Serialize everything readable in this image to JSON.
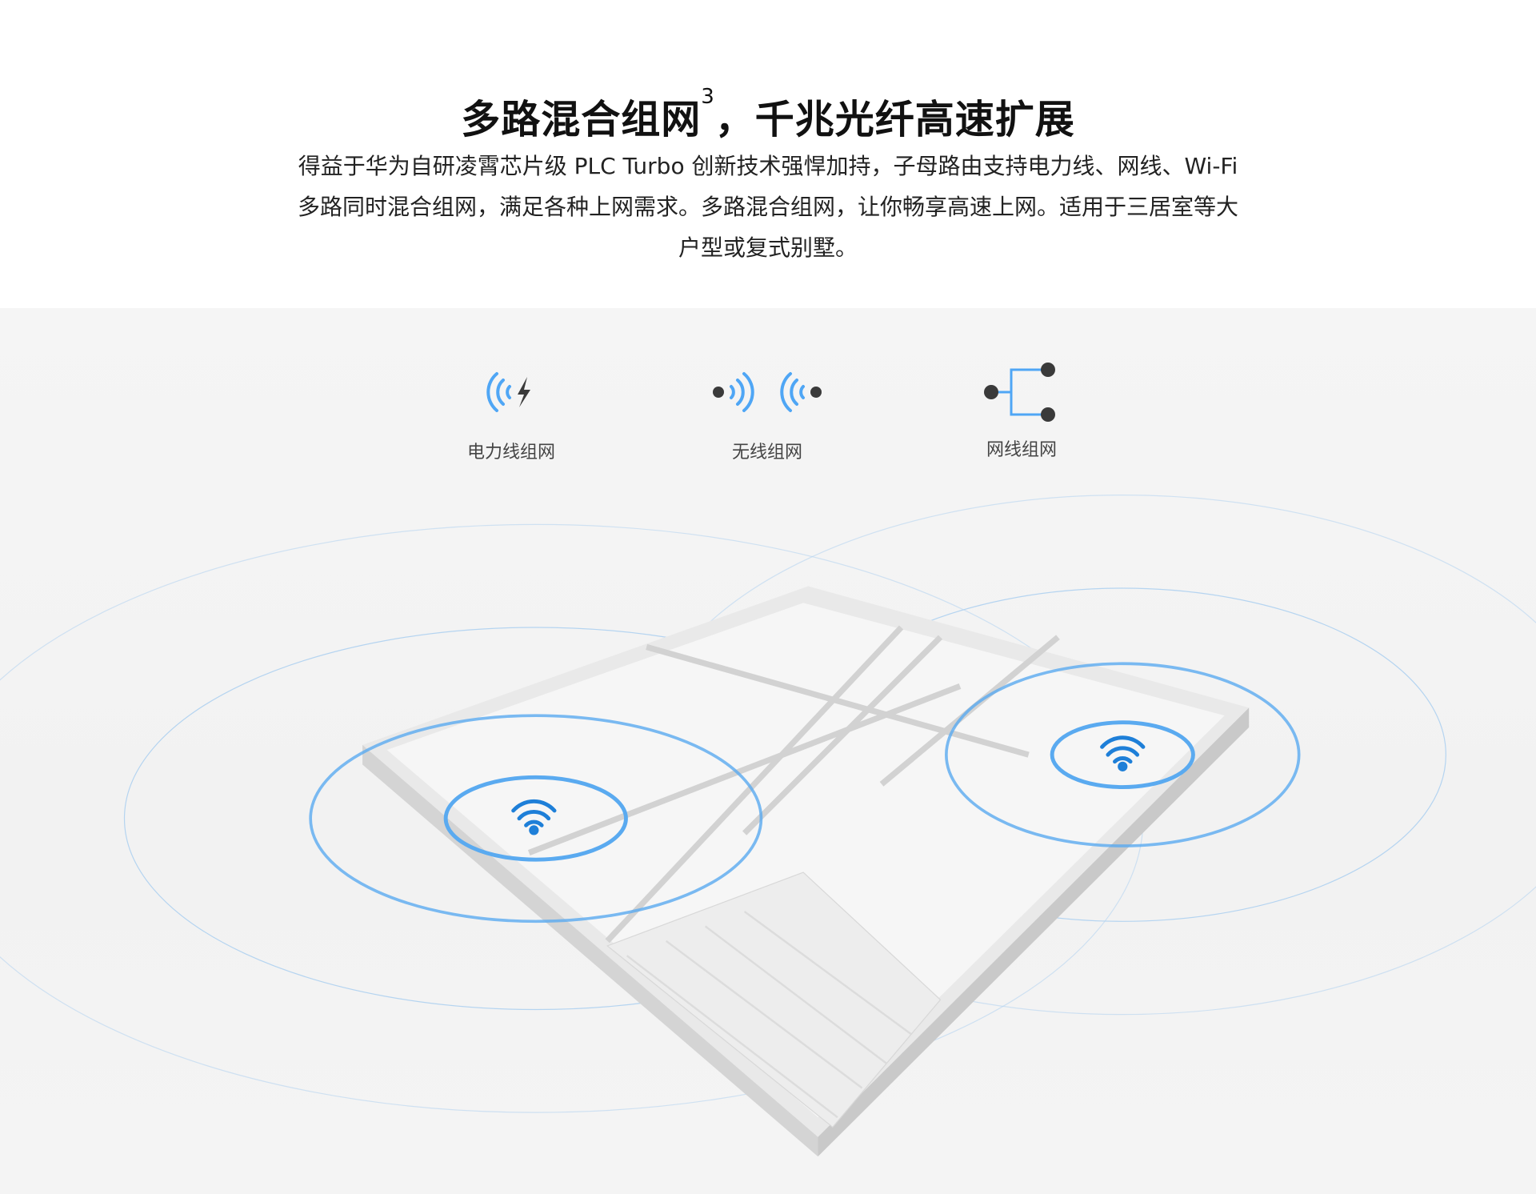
{
  "header": {
    "title": "多路混合组网",
    "title_sup": "3",
    "title_rest": "，千兆光纤高速扩展",
    "description": "得益于华为自研凌霄芯片级 PLC Turbo 创新技术强悍加持，子母路由支持电力线、网线、Wi-Fi 多路同时混合组网，满足各种上网需求。多路混合组网，让你畅享高速上网。适用于三居室等大户型或复式别墅。"
  },
  "features": [
    {
      "icon": "powerline-icon",
      "label": "电力线组网"
    },
    {
      "icon": "wireless-icon",
      "label": "无线组网"
    },
    {
      "icon": "ethernet-icon",
      "label": "网线组网"
    }
  ],
  "colors": {
    "accent": "#4fa6f5",
    "wifi": "#1e7fd8",
    "dot": "#3a3a3a"
  }
}
